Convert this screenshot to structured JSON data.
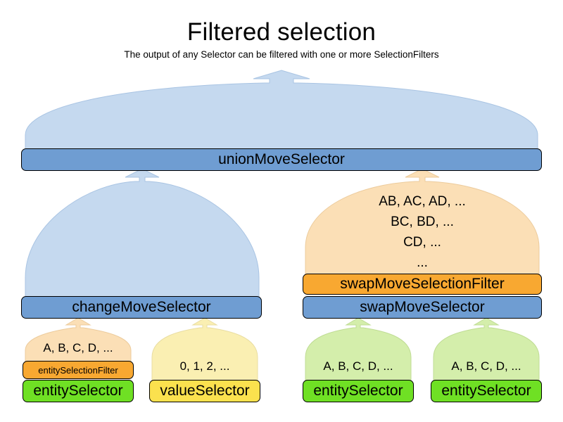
{
  "header": {
    "title": "Filtered selection",
    "subtitle": "The output of any Selector can be filtered with one or more SelectionFilters"
  },
  "colors": {
    "blue_bar": "#6f9dd2",
    "blue_funnel": "#c5d9ef",
    "orange_bar": "#f8a831",
    "orange_funnel": "#fbdfb6",
    "green_bar": "#6fe024",
    "green_funnel": "#d4eeab",
    "yellow_bar": "#fbe14e",
    "yellow_funnel": "#faefb2",
    "outline": "#000000",
    "background": "#ffffff"
  },
  "diagram": {
    "type": "hierarchy",
    "root": {
      "id": "unionMoveSelector",
      "label": "unionMoveSelector",
      "kind": "selector",
      "color": "blue",
      "output": ""
    },
    "nodes": [
      {
        "id": "changeMoveSelector",
        "label": "changeMoveSelector",
        "kind": "selector",
        "color": "blue",
        "output": "",
        "parent": "unionMoveSelector"
      },
      {
        "id": "swapMoveSelector",
        "label": "swapMoveSelector",
        "kind": "selector",
        "color": "blue",
        "filter": "swapMoveSelectionFilter",
        "output_lines": [
          "AB, AC, AD, ...",
          "BC, BD, ...",
          "CD, ...",
          "..."
        ],
        "parent": "unionMoveSelector"
      },
      {
        "id": "entitySelector-change",
        "label": "entitySelector",
        "kind": "selector",
        "color": "green",
        "filter": "entitySelectionFilter",
        "output_lines": [
          "A, B, C, D, ..."
        ],
        "parent": "changeMoveSelector"
      },
      {
        "id": "valueSelector-change",
        "label": "valueSelector",
        "kind": "selector",
        "color": "yellow",
        "output_lines": [
          "0, 1, 2, ..."
        ],
        "parent": "changeMoveSelector"
      },
      {
        "id": "entitySelector-swap-left",
        "label": "entitySelector",
        "kind": "selector",
        "color": "green",
        "output_lines": [
          "A, B, C, D, ..."
        ],
        "parent": "swapMoveSelector"
      },
      {
        "id": "entitySelector-swap-right",
        "label": "entitySelector",
        "kind": "selector",
        "color": "green",
        "output_lines": [
          "A, B, C, D, ..."
        ],
        "parent": "swapMoveSelector"
      }
    ]
  },
  "labels": {
    "union": "unionMoveSelector",
    "change": "changeMoveSelector",
    "swap": "swapMoveSelector",
    "swap_filter": "swapMoveSelectionFilter",
    "entity_filter": "entitySelectionFilter",
    "entity_1": "entitySelector",
    "value_1": "valueSelector",
    "entity_2": "entitySelector",
    "entity_3": "entitySelector"
  },
  "outputs": {
    "swap_line_1": "AB, AC, AD, ...",
    "swap_line_2": "BC, BD, ...",
    "swap_line_3": "CD, ...",
    "swap_line_4": "...",
    "entity_1_out": "A, B, C, D, ...",
    "value_1_out": "0, 1, 2, ...",
    "entity_2_out": "A, B, C, D, ...",
    "entity_3_out": "A, B, C, D, ..."
  }
}
